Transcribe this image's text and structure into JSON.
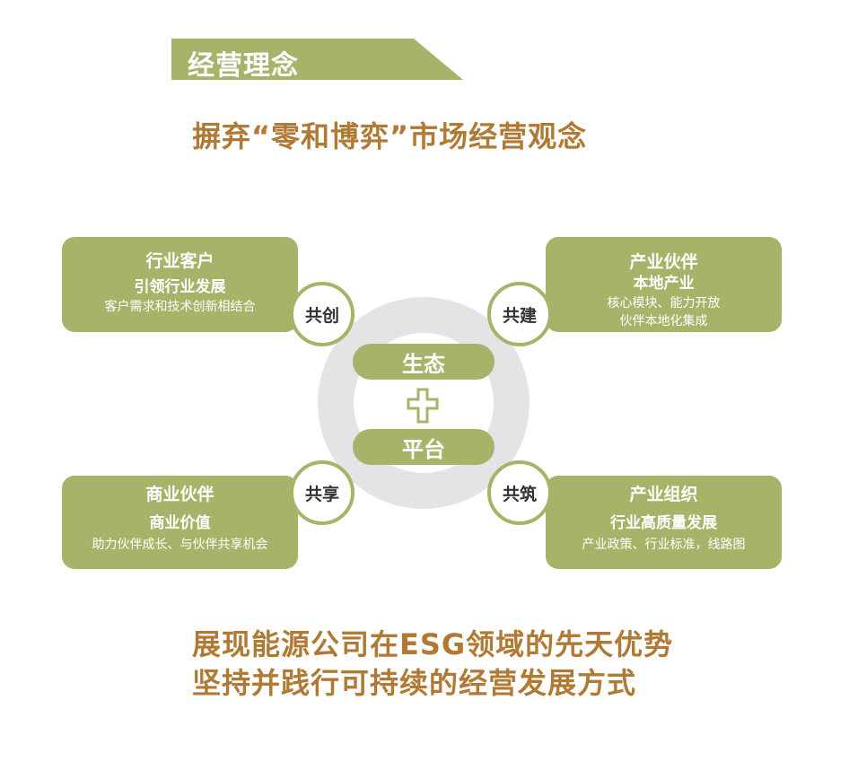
{
  "banner": {
    "title": "经营理念"
  },
  "subtitle": "摒弃“零和博弈”市场经营观念",
  "cards": {
    "top_left": {
      "title": "行业客户",
      "subtitle": "引领行业发展",
      "desc": "客户需求和技术创新相结合",
      "badge": "共创"
    },
    "top_right": {
      "title": "产业伙伴",
      "subtitle": "本地产业",
      "desc1": "核心模块、能力开放",
      "desc2": "伙伴本地化集成",
      "badge": "共建"
    },
    "bottom_left": {
      "title": "商业伙伴",
      "subtitle": "商业价值",
      "desc": "助力伙伴成长、与伙伴共享机会",
      "badge": "共享"
    },
    "bottom_right": {
      "title": "产业组织",
      "subtitle": "行业高质量发展",
      "desc": "产业政策、行业标准，线路图",
      "badge": "共筑"
    }
  },
  "center": {
    "top_label": "生态",
    "bottom_label": "平台"
  },
  "footer": {
    "line1": "展现能源公司在ESG领域的先天优势",
    "line2": "坚持并践行可持续的经营发展方式"
  },
  "colors": {
    "accent": "#a8b36a",
    "text_accent": "#b07a34",
    "ring": "#e3e4e6"
  }
}
